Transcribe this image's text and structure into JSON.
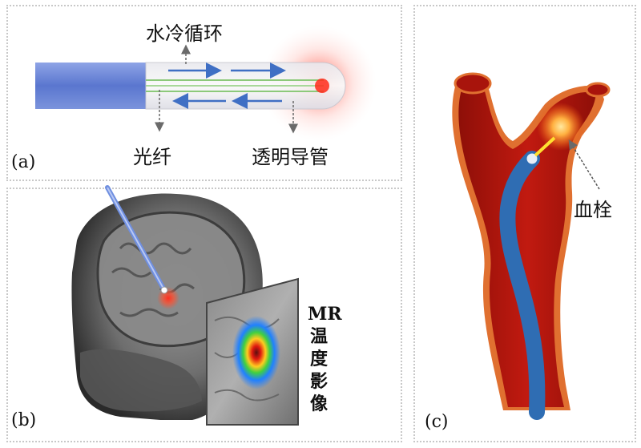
{
  "panel_a": {
    "label": "(a)",
    "water_cooling": "水冷循环",
    "fiber": "光纤",
    "catheter": "透明导管"
  },
  "panel_b": {
    "label": "(b)",
    "mr_lines": [
      "MR",
      "温",
      "度",
      "影",
      "像"
    ]
  },
  "panel_c": {
    "label": "(c)",
    "thrombus": "血栓"
  },
  "colors": {
    "sheath_blue": "#6b86d6",
    "flow_arrow": "#3f6fc4",
    "fiber_green": "#8cc97a",
    "heat_red": "#ff3b2f",
    "vessel_red": "#b0150d",
    "catheter_blue": "#2f6db3"
  }
}
